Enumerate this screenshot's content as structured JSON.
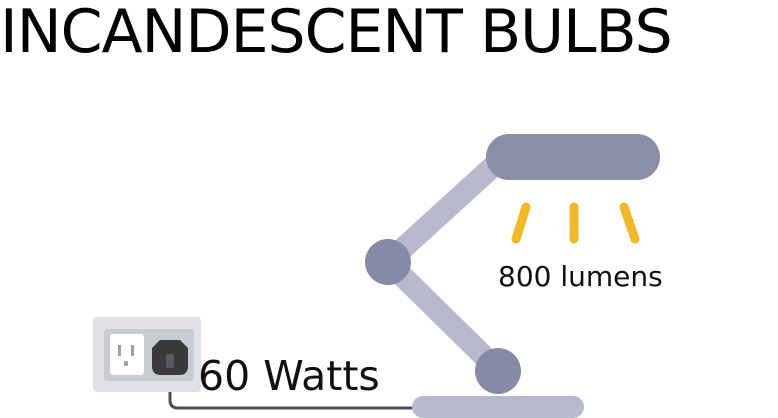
{
  "title": "INCANDESCENT BULBS",
  "lumens_label": "800 lumens",
  "watts_label": "60 Watts",
  "colors": {
    "text": "#111111",
    "lamp_head": "#8a8ea6",
    "lamp_arm": "#b7b9ce",
    "lamp_joint": "#868aa4",
    "light_rays": "#f0b92a",
    "outlet_frame": "#dfe1e4",
    "outlet_plate": "#c6cccf",
    "plug": "#3a3a3c",
    "cord": "#4e4e52"
  },
  "icons": [
    "desk-lamp-icon",
    "wall-outlet-icon",
    "plug-icon",
    "light-ray-icon"
  ]
}
